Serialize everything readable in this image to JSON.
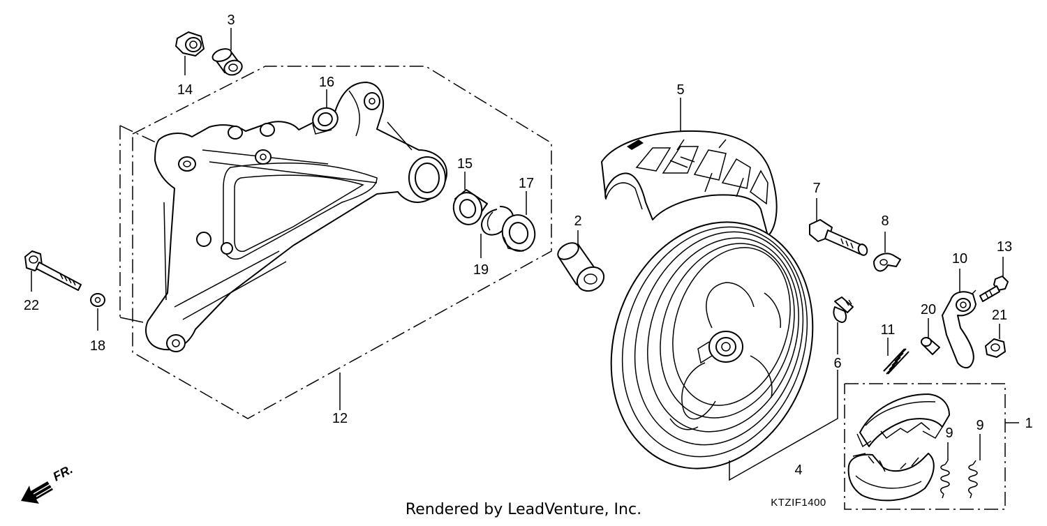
{
  "diagram": {
    "callouts": {
      "c1": "1",
      "c2": "2",
      "c3": "3",
      "c4": "4",
      "c5": "5",
      "c6": "6",
      "c7": "7",
      "c8": "8",
      "c9a": "9",
      "c9b": "9",
      "c10": "10",
      "c11": "11",
      "c12": "12",
      "c13": "13",
      "c14": "14",
      "c15": "15",
      "c16": "16",
      "c17": "17",
      "c18": "18",
      "c19": "19",
      "c20": "20",
      "c21": "21",
      "c22": "22"
    },
    "direction_label": "FR.",
    "diagram_code": "KTZIF1400",
    "credit": "Rendered by LeadVenture, Inc."
  }
}
